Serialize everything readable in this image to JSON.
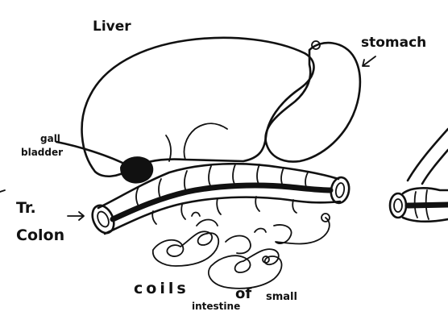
{
  "labels": {
    "liver": "Liver",
    "stomach": "stomach",
    "gall": "gall",
    "bladder": "bladder",
    "tr": "Tr.",
    "colon": "Colon",
    "coils": "coils",
    "of": "of",
    "small": "small",
    "intestine": "intestine"
  }
}
